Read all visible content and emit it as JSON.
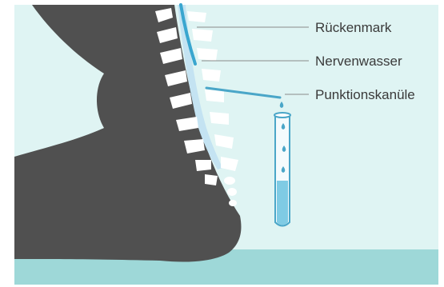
{
  "labels": {
    "spinal_cord": "Rückenmark",
    "cerebrospinal_fluid": "Nervenwasser",
    "puncture_needle": "Punktionskanüle"
  },
  "colors": {
    "background": "#dff4f3",
    "floor": "#9ed8d8",
    "body": "#505050",
    "vertebra": "#ffffff",
    "spinal_canal": "#c4e3f2",
    "spinal_cord": "#3aa6cf",
    "needle": "#4aa6c8",
    "callout_line": "#8a8a8a",
    "label_text": "#3a3a3a",
    "tube_glass": "#f4fbfd",
    "tube_liquid": "#7fcbe4"
  }
}
